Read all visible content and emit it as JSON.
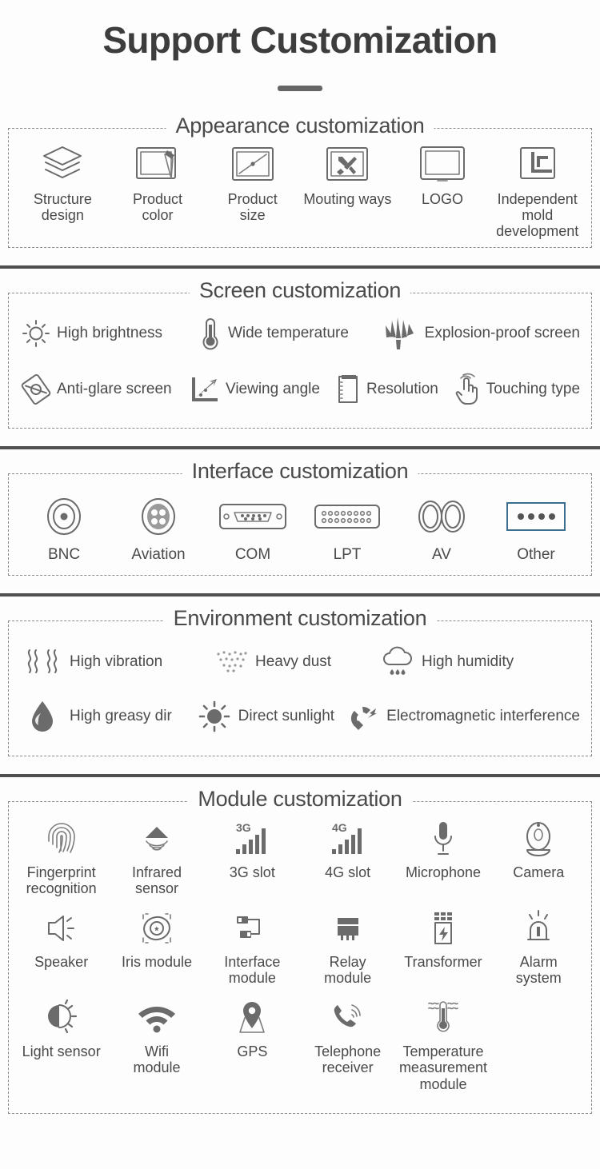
{
  "header": {
    "title": "Support Customization"
  },
  "sections": [
    {
      "id": "appearance",
      "title": "Appearance customization",
      "items": [
        {
          "label": "Structure\ndesign",
          "icon": "layers-icon"
        },
        {
          "label": "Product\ncolor",
          "icon": "monitor-pen-icon"
        },
        {
          "label": "Product\nsize",
          "icon": "monitor-diagonal-icon"
        },
        {
          "label": "Mouting ways",
          "icon": "tools-screen-icon"
        },
        {
          "label": "LOGO",
          "icon": "monitor-blank-icon"
        },
        {
          "label": "Independent\nmold development",
          "icon": "crop-frame-icon"
        }
      ]
    },
    {
      "id": "screen",
      "title": "Screen customization",
      "rows": [
        [
          {
            "label": "High brightness",
            "icon": "sun-brightness-icon"
          },
          {
            "label": "Wide temperature",
            "icon": "thermometer-icon"
          },
          {
            "label": "Explosion-proof screen",
            "icon": "shatter-icon"
          }
        ],
        [
          {
            "label": "Anti-glare screen",
            "icon": "anti-glare-icon"
          },
          {
            "label": "Viewing angle",
            "icon": "viewing-angle-icon"
          },
          {
            "label": "Resolution",
            "icon": "resolution-ruler-icon"
          },
          {
            "label": "Touching type",
            "icon": "touch-hand-icon"
          }
        ]
      ]
    },
    {
      "id": "interface",
      "title": "Interface customization",
      "items": [
        {
          "label": "BNC",
          "icon": "bnc-connector-icon"
        },
        {
          "label": "Aviation",
          "icon": "aviation-connector-icon"
        },
        {
          "label": "COM",
          "icon": "com-port-icon"
        },
        {
          "label": "LPT",
          "icon": "lpt-port-icon"
        },
        {
          "label": "AV",
          "icon": "av-connector-icon"
        },
        {
          "label": "Other",
          "icon": "other-dots-icon"
        }
      ]
    },
    {
      "id": "environment",
      "title": "Environment customization",
      "rows": [
        [
          {
            "label": "High vibration",
            "icon": "vibration-icon"
          },
          {
            "label": "Heavy dust",
            "icon": "dust-icon"
          },
          {
            "label": "High humidity",
            "icon": "humidity-cloud-icon"
          }
        ],
        [
          {
            "label": "High greasy dir",
            "icon": "oil-drop-icon"
          },
          {
            "label": "Direct sunlight",
            "icon": "sun-icon"
          },
          {
            "label": "Electromagnetic interference",
            "icon": "magnet-icon"
          }
        ]
      ]
    },
    {
      "id": "module",
      "title": "Module customization",
      "rows": [
        [
          {
            "label": "Fingerprint\nrecognition",
            "icon": "fingerprint-icon"
          },
          {
            "label": "Infrared\nsensor",
            "icon": "infrared-sensor-icon"
          },
          {
            "label": "3G slot",
            "icon": "signal-3g-icon"
          },
          {
            "label": "4G slot",
            "icon": "signal-4g-icon"
          },
          {
            "label": "Microphone",
            "icon": "microphone-icon"
          },
          {
            "label": "Camera",
            "icon": "camera-icon"
          }
        ],
        [
          {
            "label": "Speaker",
            "icon": "speaker-icon"
          },
          {
            "label": "Iris module",
            "icon": "iris-icon"
          },
          {
            "label": "Interface\nmodule",
            "icon": "usb-interface-icon"
          },
          {
            "label": "Relay\nmodule",
            "icon": "relay-icon"
          },
          {
            "label": "Transformer",
            "icon": "transformer-icon"
          },
          {
            "label": "Alarm\nsystem",
            "icon": "alarm-light-icon"
          }
        ],
        [
          {
            "label": "Light sensor",
            "icon": "light-sensor-icon"
          },
          {
            "label": "Wifi\nmodule",
            "icon": "wifi-icon"
          },
          {
            "label": "GPS",
            "icon": "gps-pin-icon"
          },
          {
            "label": "Telephone\nreceiver",
            "icon": "telephone-icon"
          },
          {
            "label": "Temperature\nmeasurement module",
            "icon": "temperature-module-icon"
          }
        ]
      ]
    }
  ],
  "colors": {
    "accent_border": "#3d6e8f",
    "divider": "#4f4f4f",
    "text": "#4a4a4a",
    "icon": "#6b6b6b",
    "background": "#fdfdfd"
  },
  "signal_labels": {
    "g3": "3G",
    "g4": "4G"
  }
}
